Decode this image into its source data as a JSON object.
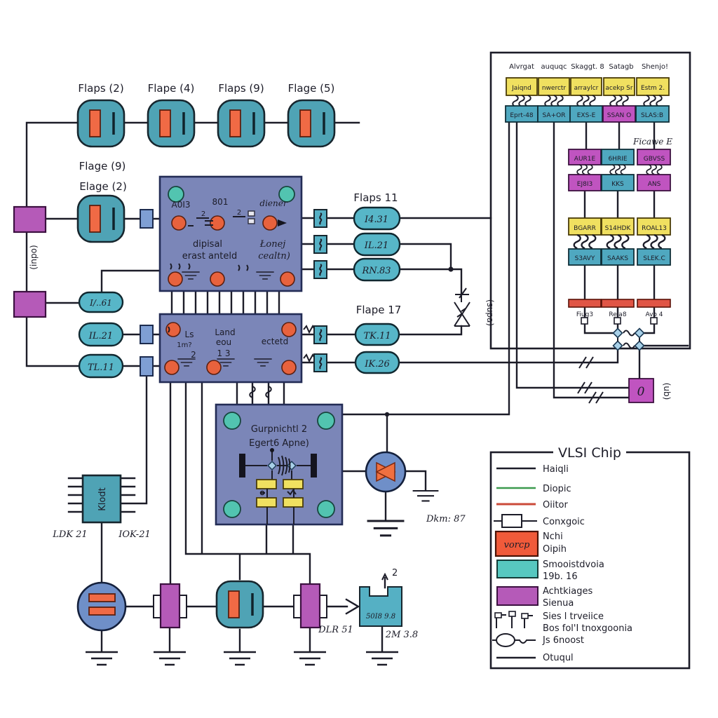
{
  "colors": {
    "wire": "#1c1c28",
    "block_fill": "#7b86b8",
    "teal_component": "#4fa3b5",
    "orange": "#f06a45",
    "purple": "#b55ab8",
    "yellow_box": "#f0e060",
    "blue_box": "#4fa8c0",
    "red_bar": "#e05545",
    "legend_green": "#3c9a4e",
    "legend_red": "#cb4a39",
    "legend_orange_box": "#f05a3a"
  },
  "top_flaps": {
    "labels": [
      "Flaps (2)",
      "Flape (4)",
      "Flaps (9)",
      "Flage (5)"
    ]
  },
  "left": {
    "flage9": "Flage (9)",
    "elage2": "Elage (2)",
    "inpo": "(inpo)",
    "pill_161": "I/..61",
    "pill_il21": "IL.21",
    "pill_tl11": "TL.11"
  },
  "block1": {
    "t1": "A0I3",
    "t2": "801",
    "t3": "diener",
    "n1": "2",
    "n2": "2",
    "t4": "dipisal",
    "t5": "erast anteld",
    "t6": "Łonej",
    "t7": "cealtn)"
  },
  "flaps11": {
    "label": "Flaps 11",
    "pills": [
      "I4.31",
      "IL.21",
      "RN.83"
    ]
  },
  "flape17": {
    "label": "Flape 17",
    "pills": [
      "TK.11",
      "IK.26"
    ]
  },
  "block2": {
    "t1": "Ls",
    "t2": "1m?",
    "t3": "2",
    "t4": "Land",
    "t5": "eou",
    "t6": "1 3",
    "t7": "ectetd"
  },
  "block3": {
    "t1": "Gurpnichtl  2",
    "t2": "Egert6  Apne)"
  },
  "zener": {
    "label": "(supa)"
  },
  "valve": {
    "label": "Dkm: 87"
  },
  "klodt": {
    "name": "Klodt",
    "l1": "LDK 21",
    "l2": "IOK-21"
  },
  "bottom": {
    "dlr": "DLR 51",
    "im": "2M 3.8",
    "two": "2",
    "chip": "50I8 9.8"
  },
  "panel": {
    "headers": [
      "Alvrgat",
      "auquqc",
      "Skaggt. 8",
      "Satagb",
      "Shenjo!"
    ],
    "row_yellow": [
      "Jaiqnd",
      "nwerctr",
      "arraylcr",
      "acekp Sr",
      "Estm 2."
    ],
    "row_mid": [
      "Eprt-48",
      "SA+OR",
      "EXS-E",
      "SSAN O",
      "SLAS:B"
    ],
    "figure": "Ficawe E",
    "rowA": [
      "AUR1E",
      "6HRIE",
      "GBVSS"
    ],
    "rowB": [
      "EJ8I3",
      "KKS",
      "ANS"
    ],
    "rowC": [
      "BGARR",
      "S14HDK",
      "ROAL13"
    ],
    "rowD": [
      "S3AVY",
      "SAAKS",
      "SLEK.C"
    ],
    "bars": [
      "Fiug3",
      "Rela8",
      "Avo 4"
    ],
    "zero": "0",
    "ub": "(ub)"
  },
  "legend": {
    "title": "VLSI Chip",
    "items": [
      {
        "label": "Haiqli"
      },
      {
        "label": "Diopic"
      },
      {
        "label": "Oiitor"
      },
      {
        "label": "Conxgoic"
      },
      {
        "label": "Nchi",
        "label2": "Oipih",
        "box": "vorcp"
      },
      {
        "label": "Smooistdvoia",
        "label2": "19b. 16"
      },
      {
        "label": "Achtkiages",
        "label2": "Sienua"
      },
      {
        "label": "Sies l trveiice",
        "label2": "Bos fol'I tnoxgoonia"
      },
      {
        "label": "Js 6noost"
      },
      {
        "label": "Otuqul"
      }
    ]
  }
}
